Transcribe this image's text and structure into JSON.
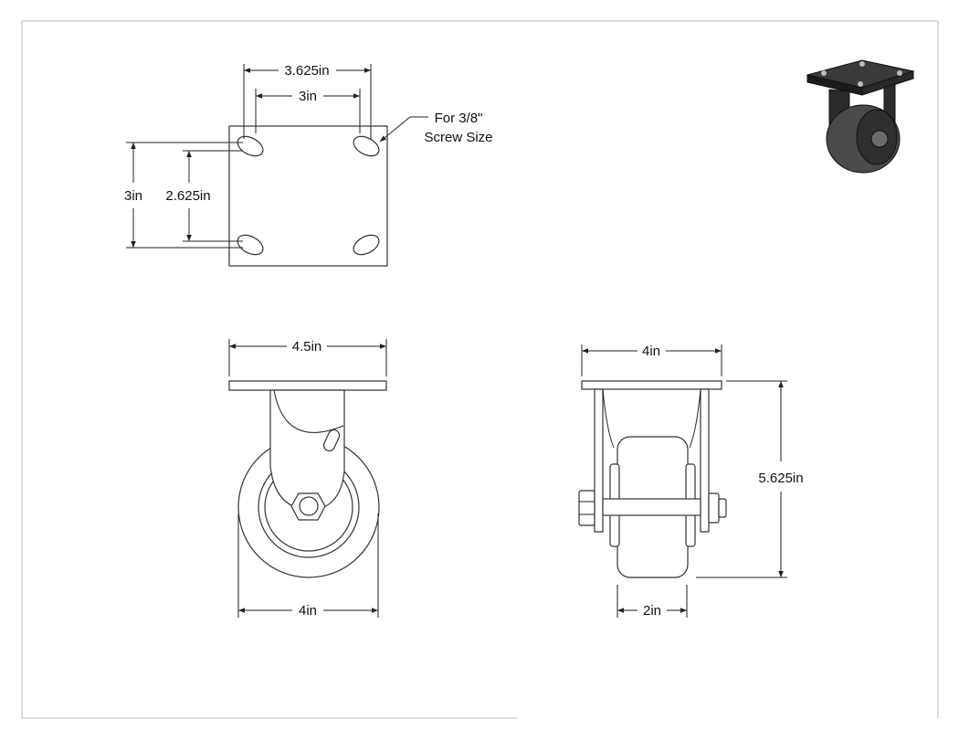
{
  "top_view": {
    "width_outer": "3.625in",
    "width_inner": "3in",
    "height_outer": "3in",
    "height_inner": "2.625in",
    "note_line1": "For 3/8\"",
    "note_line2": "Screw Size"
  },
  "side_view": {
    "plate_width": "4.5in",
    "wheel_diameter": "4in"
  },
  "front_view": {
    "plate_width": "4in",
    "overall_height": "5.625in",
    "wheel_width": "2in"
  }
}
